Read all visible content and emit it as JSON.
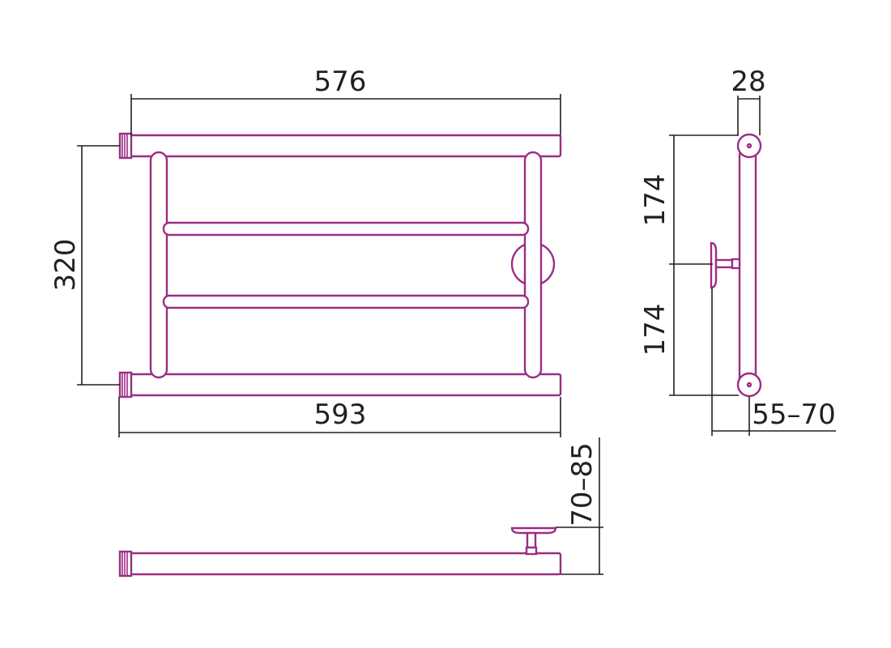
{
  "colors": {
    "product": "#9b2d84",
    "dimension": "#231f20",
    "background": "#ffffff"
  },
  "dimensions": {
    "top_width": "576",
    "bottom_width": "593",
    "height": "320",
    "side_depth": "28",
    "upper_half": "174",
    "lower_half": "174",
    "wall_distance": "55–70",
    "mount_offset": "70–85"
  }
}
